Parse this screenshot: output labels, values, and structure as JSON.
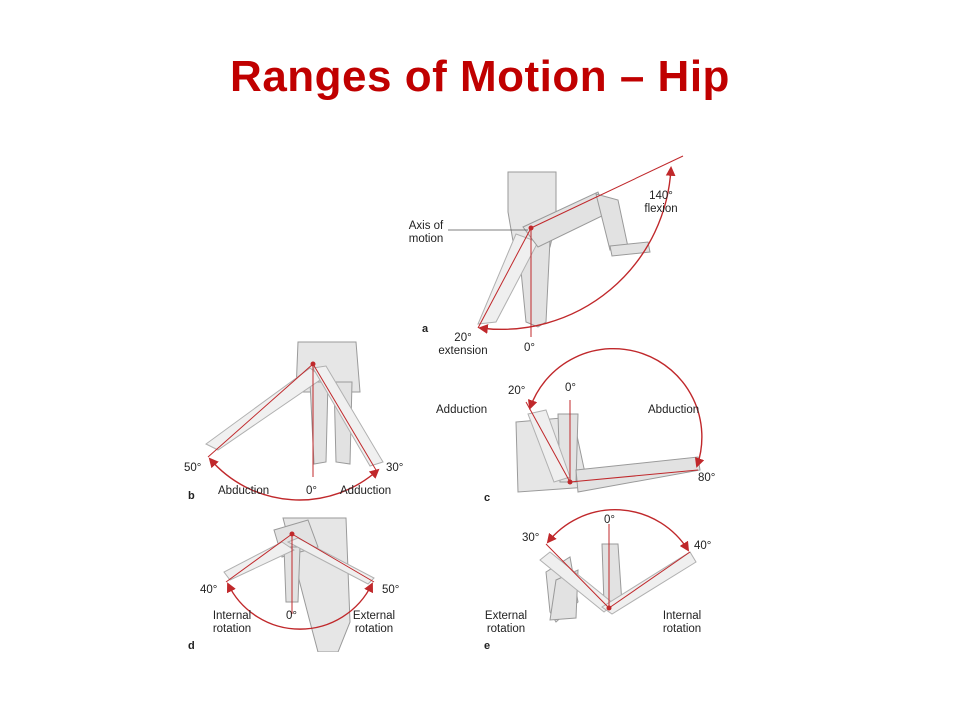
{
  "title": "Ranges of Motion – Hip",
  "colors": {
    "title": "#c00000",
    "arc": "#c0282b",
    "limb": "#e2e2e2",
    "outline": "#9a9a9a"
  },
  "panels": {
    "a": {
      "letter": "a",
      "axis_label_line1": "Axis of",
      "axis_label_line2": "motion",
      "flexion_value": "140°",
      "flexion_label": "flexion",
      "extension_value": "20°",
      "extension_label": "extension",
      "neutral": "0°"
    },
    "b": {
      "letter": "b",
      "left_value": "50°",
      "right_value": "30°",
      "left_label": "Abduction",
      "neutral": "0°",
      "right_label": "Adduction"
    },
    "c": {
      "letter": "c",
      "adduction_value": "20°",
      "neutral": "0°",
      "adduction_label": "Adduction",
      "abduction_label": "Abduction",
      "abduction_value": "80°"
    },
    "d": {
      "letter": "d",
      "left_value": "40°",
      "right_value": "50°",
      "internal_line1": "Internal",
      "internal_line2": "rotation",
      "neutral": "0°",
      "external_line1": "External",
      "external_line2": "rotation"
    },
    "e": {
      "letter": "e",
      "neutral": "0°",
      "left_value": "30°",
      "right_value": "40°",
      "external_line1": "External",
      "external_line2": "rotation",
      "internal_line1": "Internal",
      "internal_line2": "rotation"
    }
  }
}
